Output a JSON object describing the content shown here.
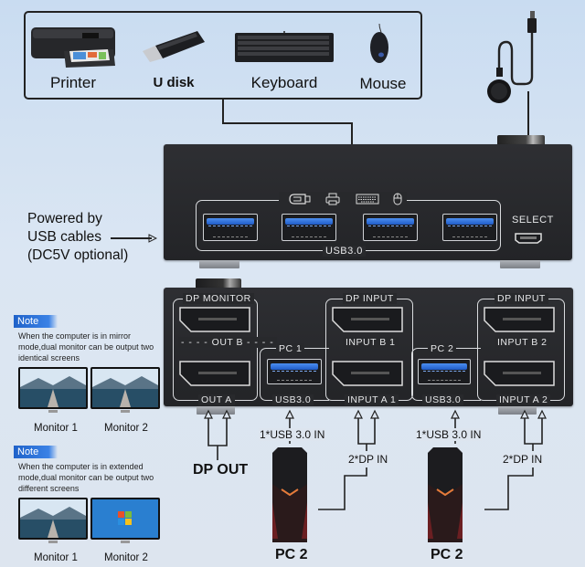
{
  "peripherals": {
    "items": [
      {
        "label": "Printer",
        "icon": "printer-icon"
      },
      {
        "label": "U disk",
        "icon": "usb-flash-drive-icon"
      },
      {
        "label": "Keyboard",
        "icon": "keyboard-icon"
      },
      {
        "label": "Mouse",
        "icon": "mouse-icon"
      }
    ]
  },
  "power_note": {
    "lines": [
      "Powered by",
      "USB cables",
      "(DC5V optional)"
    ]
  },
  "top_panel": {
    "usb_group_label": "USB3.0",
    "select_label": "SELECT",
    "port_icons": [
      "usb-flash-drive-icon",
      "printer-icon",
      "keyboard-icon",
      "mouse-icon"
    ]
  },
  "bottom_panel": {
    "dp_monitor_label": "DP MONITOR",
    "out_b_label": "OUT B",
    "out_a_label": "OUT A",
    "pc1": {
      "label": "PC 1",
      "usb_label": "USB3.0",
      "dp_input_label": "DP INPUT",
      "input_b_label": "INPUT B 1",
      "input_a_label": "INPUT A 1"
    },
    "pc2": {
      "label": "PC 2",
      "usb_label": "USB3.0",
      "dp_input_label": "DP INPUT",
      "input_b_label": "INPUT B 2",
      "input_a_label": "INPUT A 2"
    }
  },
  "notes": [
    {
      "tag": "Note",
      "text": "When the computer is in mirror mode,dual monitor can be output two identical screens",
      "monitors": [
        "Monitor 1",
        "Monitor 2"
      ],
      "screens": [
        "landscape",
        "landscape"
      ]
    },
    {
      "tag": "Note",
      "text": "When the computer is in extended mode,dual monitor can be output two different screens",
      "monitors": [
        "Monitor 1",
        "Monitor 2"
      ],
      "screens": [
        "landscape",
        "windows-logo"
      ]
    }
  ],
  "connections": {
    "dp_out_label": "DP OUT",
    "usb_in_label": "1*USB 3.0 IN",
    "dp_in_label": "2*DP IN",
    "pcs": [
      "PC 2",
      "PC 2"
    ]
  },
  "colors": {
    "accent_blue": "#2a6fdb",
    "panel_dark": "#2a2b2e",
    "background": "#d5e2f1"
  }
}
